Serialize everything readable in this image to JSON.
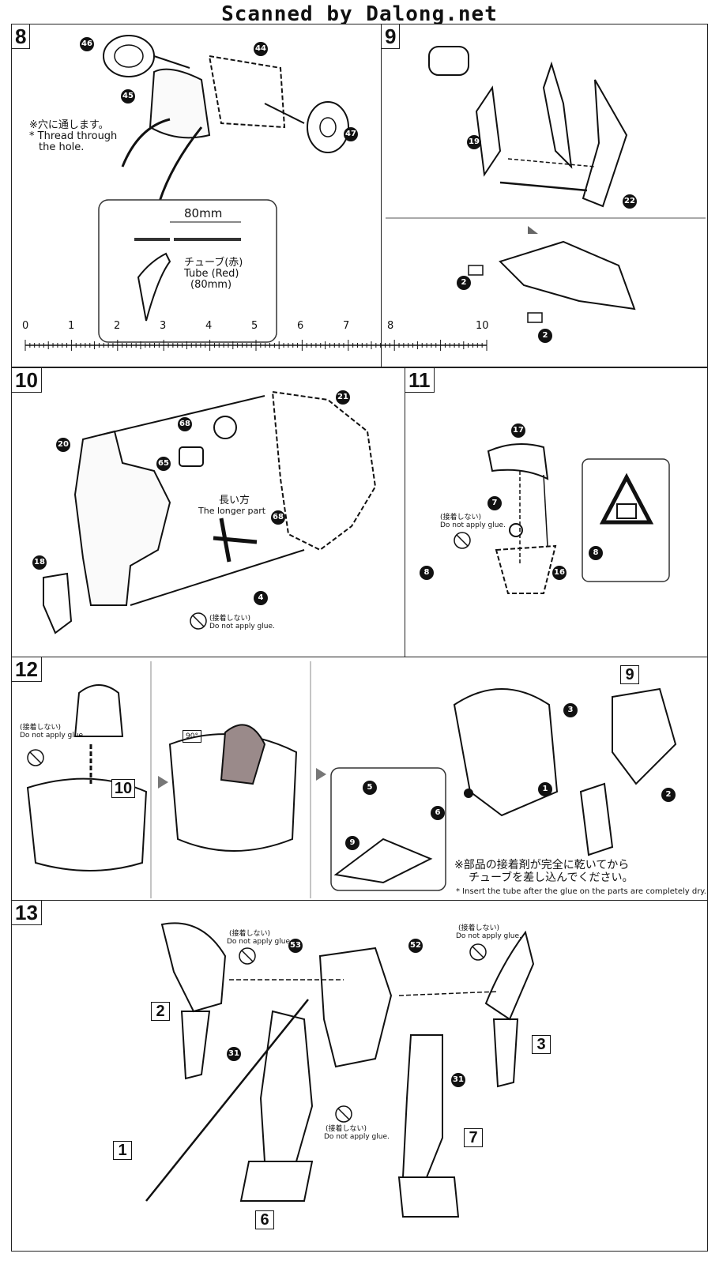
{
  "header": {
    "title": "Scanned by Dalong.net"
  },
  "ruler": {
    "ticks": [
      "0",
      "1",
      "2",
      "3",
      "4",
      "5",
      "6",
      "7",
      "8",
      "10"
    ]
  },
  "step8": {
    "number": "8",
    "parts": [
      "46",
      "45",
      "44",
      "47"
    ],
    "thread_jp": "※穴に通します。",
    "thread_en": "* Thread through",
    "thread_en2": "the hole.",
    "length": "80mm",
    "tube_jp": "チューブ(赤)",
    "tube_en": "Tube (Red)",
    "tube_len": "(80mm)"
  },
  "step9": {
    "number": "9",
    "parts": [
      "19",
      "22",
      "2",
      "2"
    ]
  },
  "step10": {
    "number": "10",
    "parts": [
      "20",
      "68",
      "65",
      "21",
      "68",
      "18",
      "4"
    ],
    "longer_jp": "長い方",
    "longer_en": "The longer part",
    "noglue_jp": "(接着しない)",
    "noglue_en": "Do not apply glue."
  },
  "step11": {
    "number": "11",
    "parts": [
      "17",
      "7",
      "8",
      "16",
      "8"
    ],
    "noglue_jp": "(接着しない)",
    "noglue_en": "Do not apply glue."
  },
  "step12": {
    "number": "12",
    "noglue_jp": "(接着しない)",
    "noglue_en": "Do not apply glue.",
    "ref10": "10",
    "ref9": "9",
    "rotate": "90°",
    "parts": [
      "5",
      "6",
      "9"
    ],
    "callouts": [
      "3",
      "1",
      "2"
    ],
    "note_jp1": "※部品の接着剤が完全に乾いてから",
    "note_jp2": "チューブを差し込んでください。",
    "note_en": "* Insert the tube after the glue on the parts are completely dry."
  },
  "step13": {
    "number": "13",
    "noglue_jp": "(接着しない)",
    "noglue_en": "Do not apply glue.",
    "parts": [
      "53",
      "52",
      "31",
      "31"
    ],
    "refs": [
      "2",
      "3",
      "1",
      "6",
      "7"
    ]
  }
}
